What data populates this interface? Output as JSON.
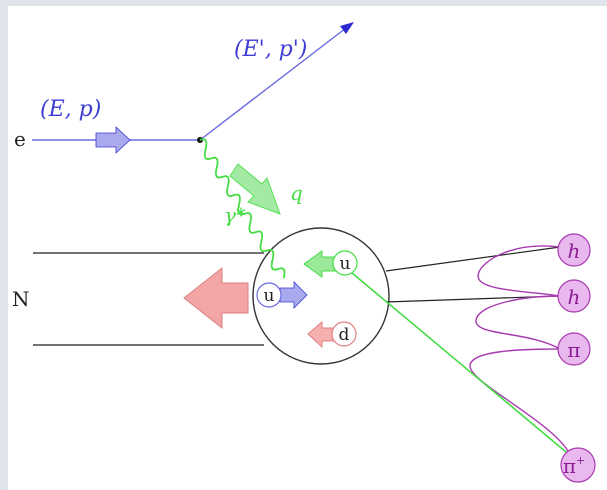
{
  "diagram": {
    "incoming_electron_label": "(E, p)",
    "outgoing_electron_label": "(E', p')",
    "electron_label": "e",
    "nucleon_label": "N",
    "photon_label": "γ*",
    "photon_momentum_label": "q",
    "struck_quark_label": "u",
    "spectator_quark_u_label": "u",
    "spectator_quark_d_label": "d",
    "hadrons": [
      {
        "label": "h"
      },
      {
        "label": "h"
      },
      {
        "label": "π"
      },
      {
        "label": "π",
        "superscript": "+"
      }
    ],
    "colors": {
      "electron": "#3d3dd6",
      "electron_arrow_fill": "#a9a9ee",
      "photon": "#44dd44",
      "photon_arrow_fill": "#9be89b",
      "hadron_line": "#a83ab0",
      "hadron_fill": "#e9b8ee",
      "hadron_text": "#8a1f93",
      "nucleon_arrow_fill": "#f4a5a5",
      "d_quark_arrow_fill": "#f6b0b0",
      "d_quark_arrow_stroke": "#e08080",
      "quark_blue_stroke": "#6a6ae0"
    }
  }
}
